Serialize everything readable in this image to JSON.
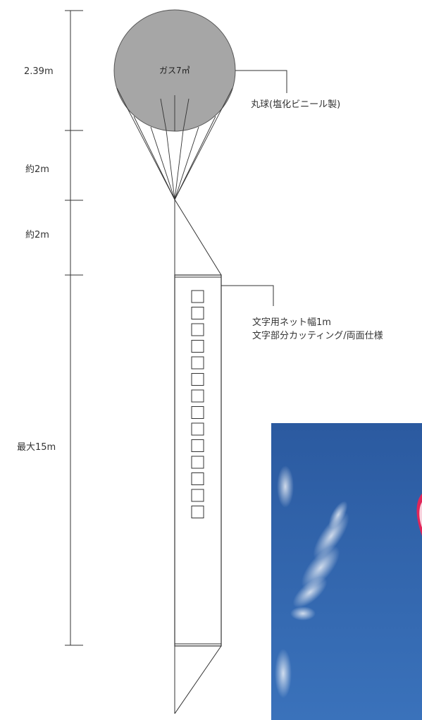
{
  "dimensions": {
    "balloon_height": "2.39m",
    "tether_upper": "約2m",
    "tether_lower": "約2m",
    "banner_length": "最大15m"
  },
  "balloon": {
    "gas_label": "ガス7㎥",
    "note": "丸球(塩化ビニール製)",
    "fill_color": "#a6a6a6"
  },
  "banner": {
    "note_line1": "文字用ネット幅1m",
    "note_line2": "文字部分カッティング/両面仕様",
    "char_box_count": 14
  },
  "photo": {
    "sky_color": "#2f61a8",
    "balloon_accent_color": "#e0265a"
  }
}
